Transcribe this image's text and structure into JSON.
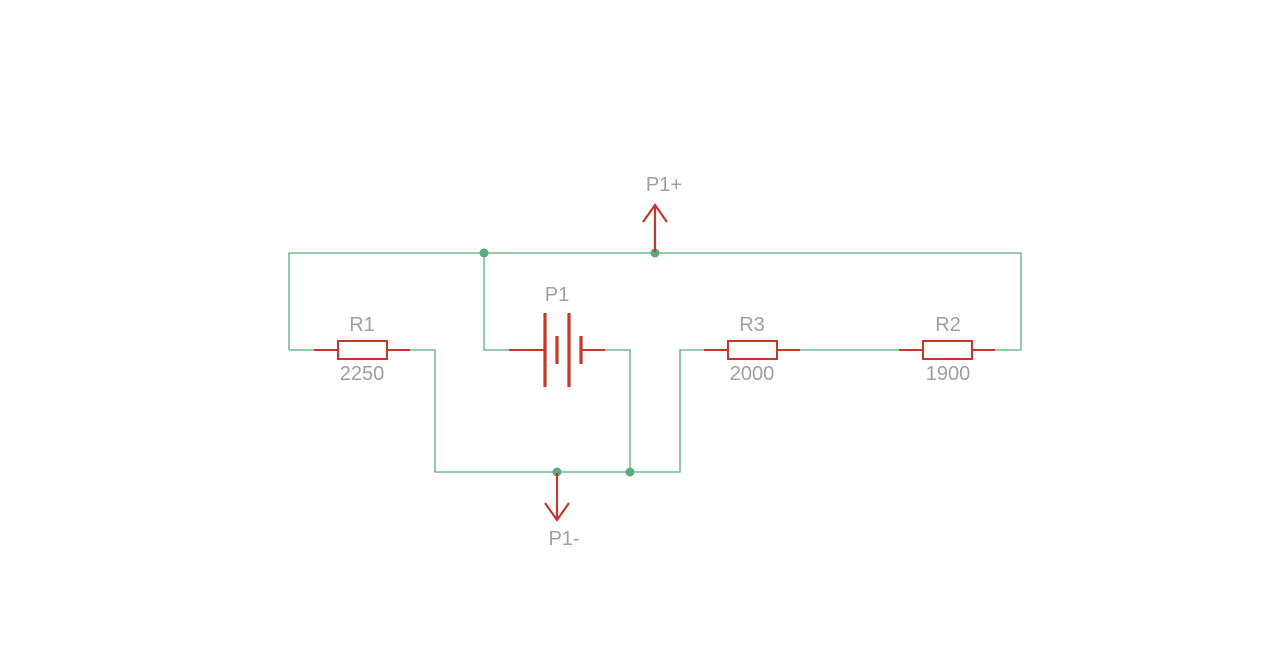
{
  "colors": {
    "wire": "#5aab7e",
    "junction": "#5aab7e",
    "component": "#c0392b",
    "label": "#a0a0a0",
    "background": "#ffffff"
  },
  "power_ports": {
    "positive": {
      "label": "P1+",
      "icon": "arrow-up-icon"
    },
    "negative": {
      "label": "P1-",
      "icon": "arrow-down-icon"
    }
  },
  "components": {
    "battery": {
      "name": "P1",
      "icon": "battery-icon"
    },
    "r1": {
      "name": "R1",
      "value": "2250",
      "icon": "resistor-icon"
    },
    "r3": {
      "name": "R3",
      "value": "2000",
      "icon": "resistor-icon"
    },
    "r2": {
      "name": "R2",
      "value": "1900",
      "icon": "resistor-icon"
    }
  }
}
